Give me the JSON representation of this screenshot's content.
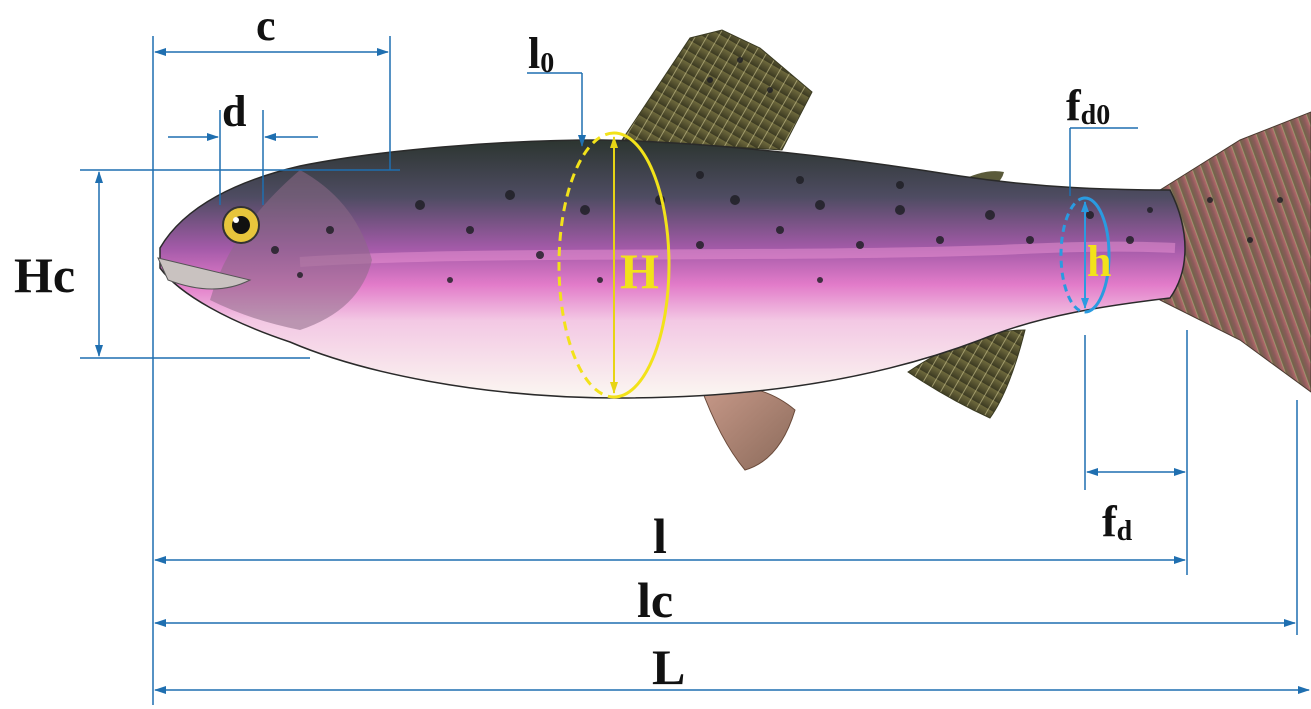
{
  "labels": {
    "c": "c",
    "d": "d",
    "l0_main": "l",
    "l0_sub": "0",
    "fd0_main": "f",
    "fd0_sub": "d0",
    "Hc": "Hc",
    "H": "H",
    "h": "h",
    "fd_main": "f",
    "fd_sub": "d",
    "l": "l",
    "lc": "lc",
    "L": "L"
  },
  "colors": {
    "dimension_line": "#1f6fb0",
    "body_height_ellipse": "#f2e21a",
    "caudal_height_ellipse": "#2a9be0",
    "label_text": "#111111"
  },
  "subject": "rainbow-trout-illustration"
}
